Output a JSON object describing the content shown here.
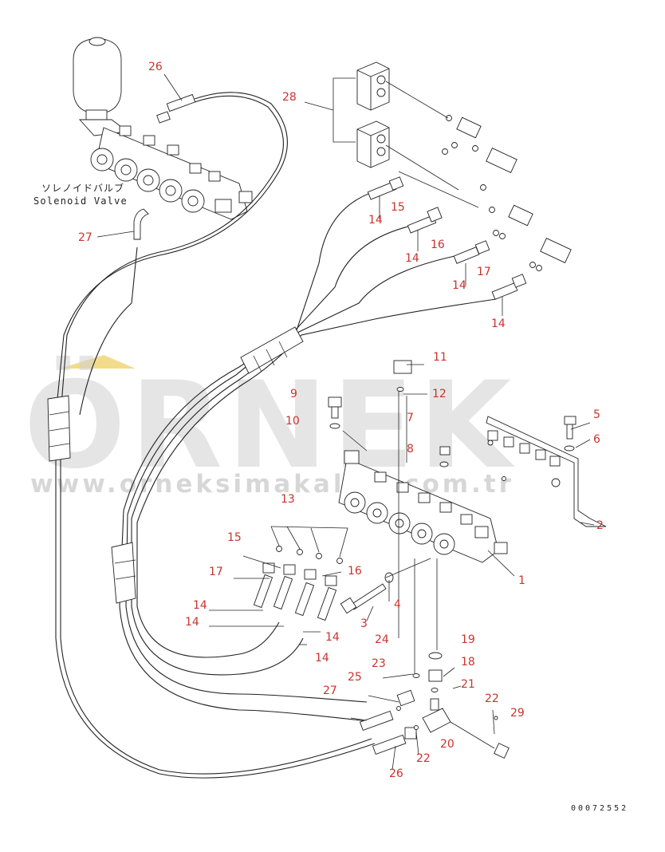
{
  "labels": {
    "solenoid_jp": "ソレノイドバルブ",
    "solenoid_en": "Solenoid Valve",
    "drawing_number": "00072552"
  },
  "watermark": {
    "brand": "ÖRNEK",
    "url": "www.orneksimakalari.com.tr",
    "accent_color": "#f2dc8c"
  },
  "callout_color": "#c9342e",
  "callouts": [
    "26",
    "28",
    "27",
    "15",
    "14",
    "16",
    "14",
    "17",
    "14",
    "14",
    "11",
    "9",
    "12",
    "10",
    "7",
    "5",
    "6",
    "8",
    "2",
    "13",
    "15",
    "17",
    "16",
    "14",
    "14",
    "14",
    "14",
    "1",
    "4",
    "3",
    "24",
    "19",
    "23",
    "18",
    "25",
    "21",
    "27",
    "22",
    "29",
    "20",
    "26",
    "22"
  ]
}
